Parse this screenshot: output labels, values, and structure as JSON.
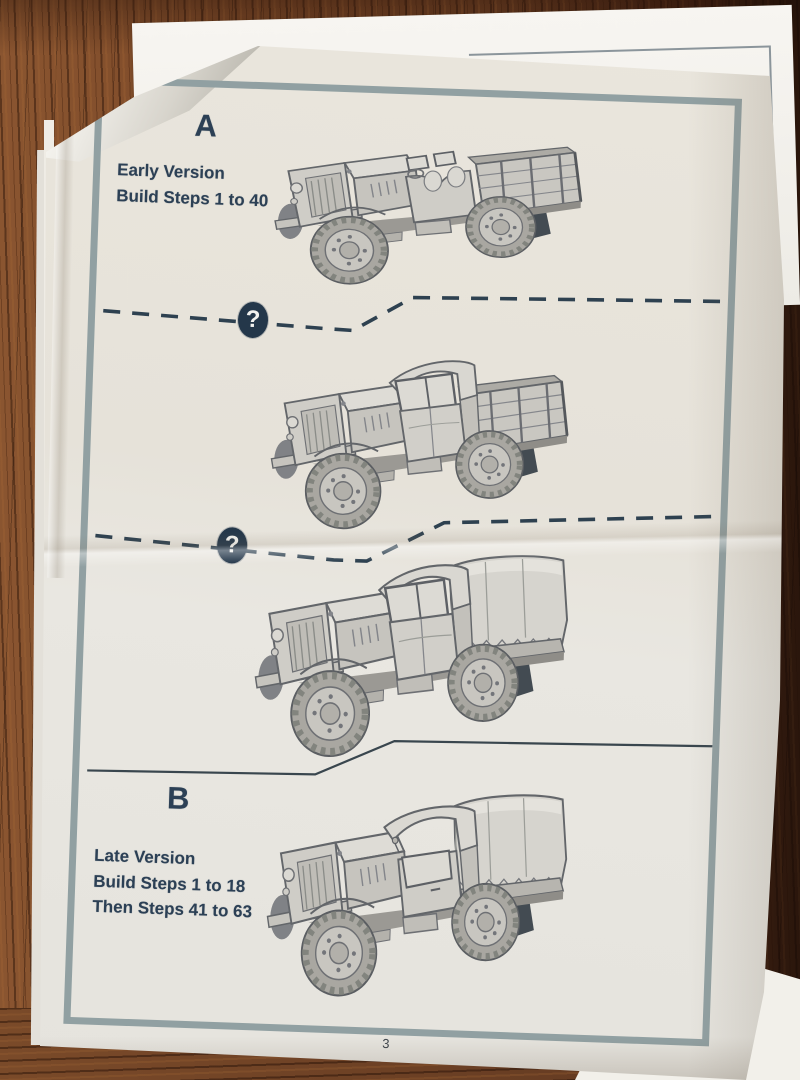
{
  "page": {
    "number": "3",
    "separator_badge_symbol": "?",
    "sections": [
      {
        "heading": "A",
        "caption_lines": [
          "Early Version",
          "Build Steps 1 to 40"
        ],
        "illustrations": [
          "open-cab-open-bed-truck",
          "canvas-cab-open-bed-truck",
          "canvas-cab-covered-bed-truck"
        ]
      },
      {
        "heading": "B",
        "caption_lines": [
          "Late Version",
          "Build Steps 1 to 18",
          "Then Steps 41 to 63"
        ],
        "illustrations": [
          "enclosed-cab-covered-bed-truck"
        ]
      }
    ]
  },
  "colors": {
    "frame_border": "#91a0a2",
    "ink_text": "#2c4055",
    "separator_line": "#2e4150",
    "badge_fill": "#24374a",
    "paper": "#e7e4dd",
    "wood_table": "#6f4124"
  }
}
